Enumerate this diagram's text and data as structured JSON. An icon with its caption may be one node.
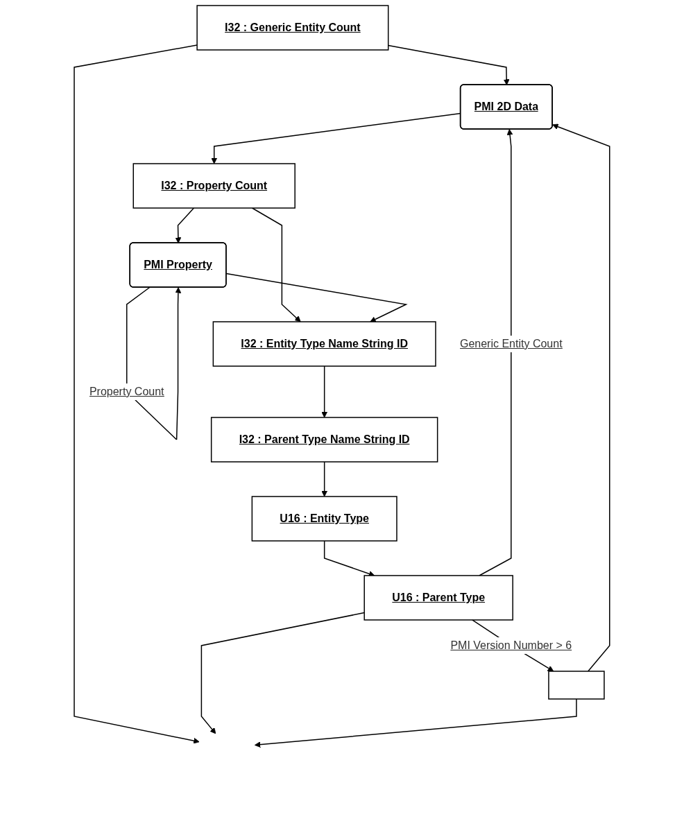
{
  "diagram": {
    "nodes": [
      {
        "text": [
          "I32 : Generic Entity Count"
        ]
      },
      {
        "text": [
          "PMI 2D Data"
        ]
      },
      {
        "text": [
          "I32 : Property Count"
        ]
      },
      {
        "text": [
          "PMI Property"
        ]
      },
      {
        "text": [
          "I32 : Entity Type Name String ID"
        ]
      },
      {
        "text": [
          "I32 : Parent Type Name String ID"
        ]
      },
      {
        "text": [
          "U16 : Entity Type"
        ]
      },
      {
        "text": [
          "U16 : Parent Type"
        ]
      },
      {
        "text": [],
        "shape": "box"
      }
    ],
    "edges": [
      {
        "from": 0,
        "to": 1,
        "arrow": "to"
      },
      {
        "from": 1,
        "to": 2,
        "arrow": "to"
      },
      {
        "from": 2,
        "to": 3,
        "arrow": "to"
      },
      {
        "from": 2,
        "to": 4,
        "arrow": "to"
      },
      {
        "from": 3,
        "to": 3,
        "label": "Property Count",
        "arrow": "to"
      },
      {
        "from": 3,
        "to": 4,
        "arrow": "to"
      },
      {
        "from": 4,
        "to": 5,
        "arrow": "to"
      },
      {
        "from": 5,
        "to": 6,
        "arrow": "to"
      },
      {
        "from": 6,
        "to": 7,
        "arrow": "to"
      },
      {
        "from": 7,
        "to": 8,
        "label": "PMI Version Number > 6",
        "arrow": "to"
      },
      {
        "from": 7,
        "to": 1,
        "label": "Generic Entity Count",
        "arrow": "to"
      },
      {
        "from": 8,
        "to": 1,
        "arrow": "to"
      },
      {
        "from": 0,
        "to": null,
        "arrow": "to"
      },
      {
        "from": 7,
        "to": null,
        "arrow": "to"
      },
      {
        "from": 8,
        "to": null,
        "arrow": "to"
      }
    ]
  }
}
